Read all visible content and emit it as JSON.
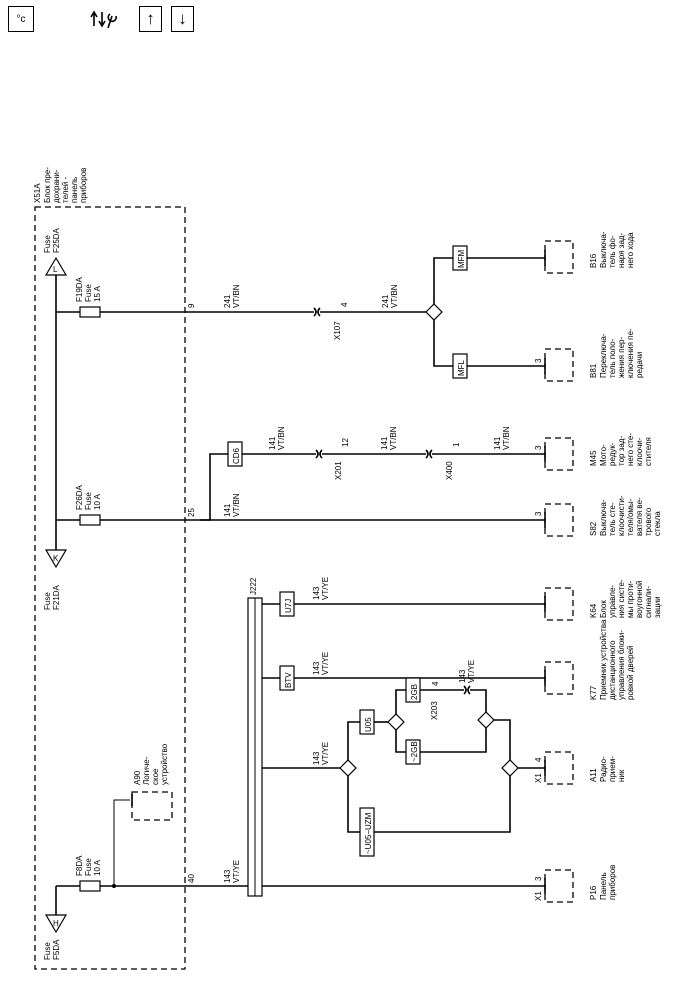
{
  "toolbar": {
    "legend_glyph": "°c",
    "up_arrow": "↑",
    "down_arrow": "↓"
  },
  "module": {
    "id": "X51A",
    "name_lines": [
      "Блок пре-",
      "дохрани-",
      "телей -",
      "панель",
      "приборов"
    ]
  },
  "fuse_refs": {
    "f25": [
      "Fuse",
      "F25DA"
    ],
    "f21": [
      "Fuse",
      "F21DA"
    ],
    "f5": [
      "Fuse",
      "F5DA"
    ],
    "f25_letter": "L",
    "f21_letter": "K",
    "f5_letter": "H"
  },
  "fuses": {
    "f19": [
      "F19DA",
      "Fuse",
      "15 A"
    ],
    "f26": [
      "F26DA",
      "Fuse",
      "10 A"
    ],
    "f8": [
      "F8DA",
      "Fuse",
      "10 A"
    ]
  },
  "pins": {
    "p9": "9",
    "p25": "25",
    "p40": "40"
  },
  "wires": {
    "w241a": [
      "241",
      "VT/BN"
    ],
    "w241b": [
      "241",
      "VT/BN"
    ],
    "w141a": [
      "141",
      "VT/BN"
    ],
    "w141b": [
      "141",
      "VT/BN"
    ],
    "w141c": [
      "141",
      "VT/BN"
    ],
    "w141d": [
      "141",
      "VT/BN"
    ],
    "w143a": [
      "143",
      "VT/YE"
    ],
    "w143b": [
      "143",
      "VT/YE"
    ],
    "w143c": [
      "143",
      "VT/YE"
    ],
    "w143d": [
      "143",
      "VT/YE"
    ],
    "w143e": [
      "143",
      "VT/YE"
    ]
  },
  "connectors": {
    "x107": "X107",
    "x107_pin": "4",
    "x201": "X201",
    "x201_pin": "12",
    "x400": "X400",
    "x400_pin": "1",
    "x203": "X203",
    "x203_pin": "4",
    "x1a": "X1",
    "x1a_pin": "4",
    "x1b": "X1",
    "x1b_pin": "3"
  },
  "splice": "J222",
  "options": {
    "mfm": "MFM",
    "mfl": "MFL",
    "cd6": "CD6",
    "u7j": "U7J",
    "btv": "BTV",
    "u05": "U05",
    "n_u05_uzm": "~U05−UZM",
    "n2gb": "~2GB",
    "g2gb": "2GB"
  },
  "components": {
    "b16": {
      "id": "B16",
      "lines": [
        "Выключа-",
        "тель фо-",
        "наря зад-",
        "него хода"
      ]
    },
    "b81": {
      "id": "B81",
      "lines": [
        "Переключа-",
        "тель поло-",
        "жения пер-",
        "ключения пе-",
        "редачи"
      ],
      "pin": "3"
    },
    "m45": {
      "id": "M45",
      "lines": [
        "Мото-",
        "редук-",
        "тор зад-",
        "него сте-",
        "клоочи-",
        "стителя"
      ],
      "pin": "3"
    },
    "s82": {
      "id": "S82",
      "lines": [
        "Выключа-",
        "тель сте-",
        "клоочисти-",
        "теля/омы-",
        "вателя ве-",
        "трового",
        "стекла"
      ],
      "pin": "3"
    },
    "k64": {
      "id": "K64",
      "lines": [
        "Блок",
        "управле-",
        "ния систе-",
        "мы проти-",
        "воугонной",
        "сигнали-",
        "зации"
      ]
    },
    "k77": {
      "id": "K77",
      "lines": [
        "Приемник устройства",
        "дистанционного",
        "управления блоки-",
        "ровкой дверей"
      ]
    },
    "a11": {
      "id": "A11",
      "lines": [
        "Радио-",
        "прием-",
        "ник"
      ]
    },
    "p16": {
      "id": "P16",
      "lines": [
        "Панель",
        "приборов"
      ]
    },
    "a90": {
      "id": "A90",
      "lines": [
        "Логиче-",
        "ское",
        "устройство"
      ]
    }
  }
}
